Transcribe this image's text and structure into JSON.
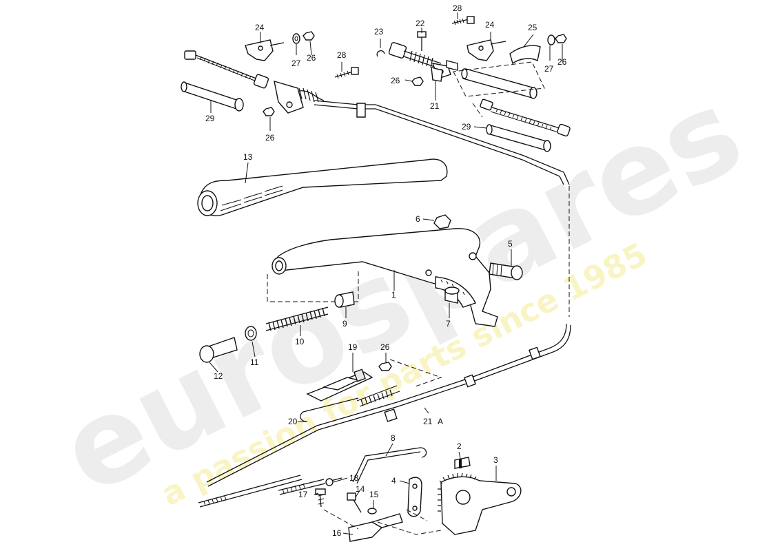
{
  "diagram": {
    "callouts": [
      {
        "id": "c28a",
        "text": "28"
      },
      {
        "id": "c22",
        "text": "22"
      },
      {
        "id": "c23",
        "text": "23"
      },
      {
        "id": "c24a",
        "text": "24"
      },
      {
        "id": "c27a",
        "text": "27"
      },
      {
        "id": "c26a",
        "text": "26"
      },
      {
        "id": "c28b",
        "text": "28"
      },
      {
        "id": "c29a",
        "text": "29"
      },
      {
        "id": "c26b",
        "text": "26"
      },
      {
        "id": "c26c",
        "text": "26"
      },
      {
        "id": "c21a",
        "text": "21"
      },
      {
        "id": "c24b",
        "text": "24"
      },
      {
        "id": "c25",
        "text": "25"
      },
      {
        "id": "c27b",
        "text": "27"
      },
      {
        "id": "c26d",
        "text": "26"
      },
      {
        "id": "c29b",
        "text": "29"
      },
      {
        "id": "c13",
        "text": "13"
      },
      {
        "id": "c6",
        "text": "6"
      },
      {
        "id": "c5",
        "text": "5"
      },
      {
        "id": "c1",
        "text": "1"
      },
      {
        "id": "c7",
        "text": "7"
      },
      {
        "id": "c9",
        "text": "9"
      },
      {
        "id": "c10",
        "text": "10"
      },
      {
        "id": "c11",
        "text": "11"
      },
      {
        "id": "c12",
        "text": "12"
      },
      {
        "id": "c19",
        "text": "19"
      },
      {
        "id": "c26e",
        "text": "26"
      },
      {
        "id": "c20",
        "text": "20"
      },
      {
        "id": "c21b",
        "text": "21"
      },
      {
        "id": "cA",
        "text": "A"
      },
      {
        "id": "c8",
        "text": "8"
      },
      {
        "id": "c2",
        "text": "2"
      },
      {
        "id": "c3",
        "text": "3"
      },
      {
        "id": "c4",
        "text": "4"
      },
      {
        "id": "c18",
        "text": "18"
      },
      {
        "id": "c14",
        "text": "14"
      },
      {
        "id": "c15",
        "text": "15"
      },
      {
        "id": "c17",
        "text": "17"
      },
      {
        "id": "c16",
        "text": "16"
      }
    ]
  },
  "watermark": {
    "brand": "eurospares",
    "tagline": "a passion for parts since 1985"
  }
}
